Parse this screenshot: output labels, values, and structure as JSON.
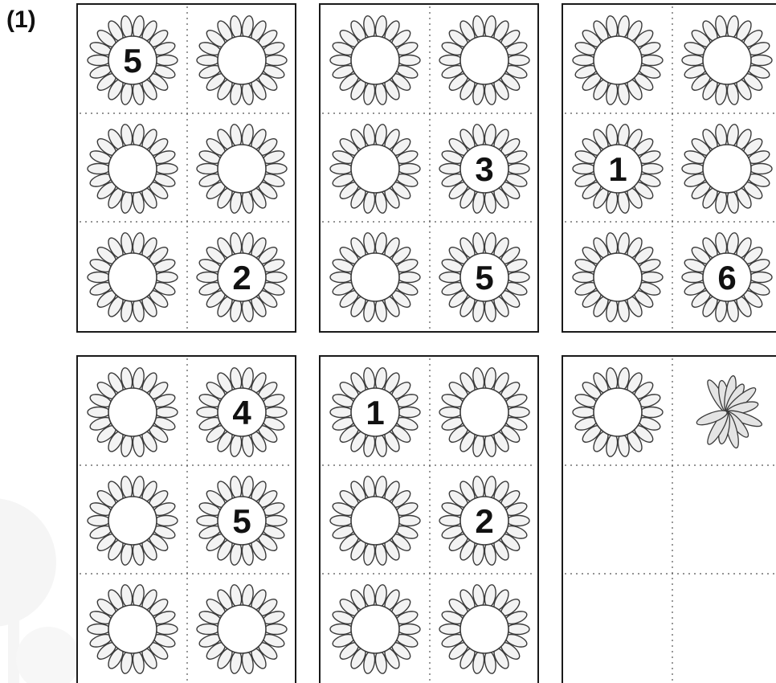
{
  "problem_label": "(1)",
  "panels": [
    {
      "id": "panel-1",
      "cells": [
        "5",
        "",
        "",
        "",
        "",
        "2"
      ],
      "partial": []
    },
    {
      "id": "panel-2",
      "cells": [
        "",
        "",
        "",
        "3",
        "",
        "5"
      ],
      "partial": []
    },
    {
      "id": "panel-3",
      "cells": [
        "",
        "",
        "1",
        "",
        "",
        "6"
      ],
      "partial": []
    },
    {
      "id": "panel-4",
      "cells": [
        "",
        "4",
        "",
        "5",
        "",
        ""
      ],
      "partial": []
    },
    {
      "id": "panel-5",
      "cells": [
        "1",
        "",
        "",
        "2",
        "",
        ""
      ],
      "partial": []
    },
    {
      "id": "panel-6",
      "cells": [
        "",
        "",
        null,
        null,
        null,
        null
      ],
      "partial": [
        1
      ]
    }
  ],
  "icons": {
    "flower": "daisy-flower-icon",
    "partial_flower": "partial-flower-petals-icon"
  },
  "colors": {
    "border": "#1a1a1a",
    "petal_fill": "#f3f3f3",
    "petal_stroke": "#3a3a3a",
    "center_fill": "#ffffff",
    "number": "#111111",
    "dotted_line": "#555555",
    "deco": "#f4f4f4"
  }
}
